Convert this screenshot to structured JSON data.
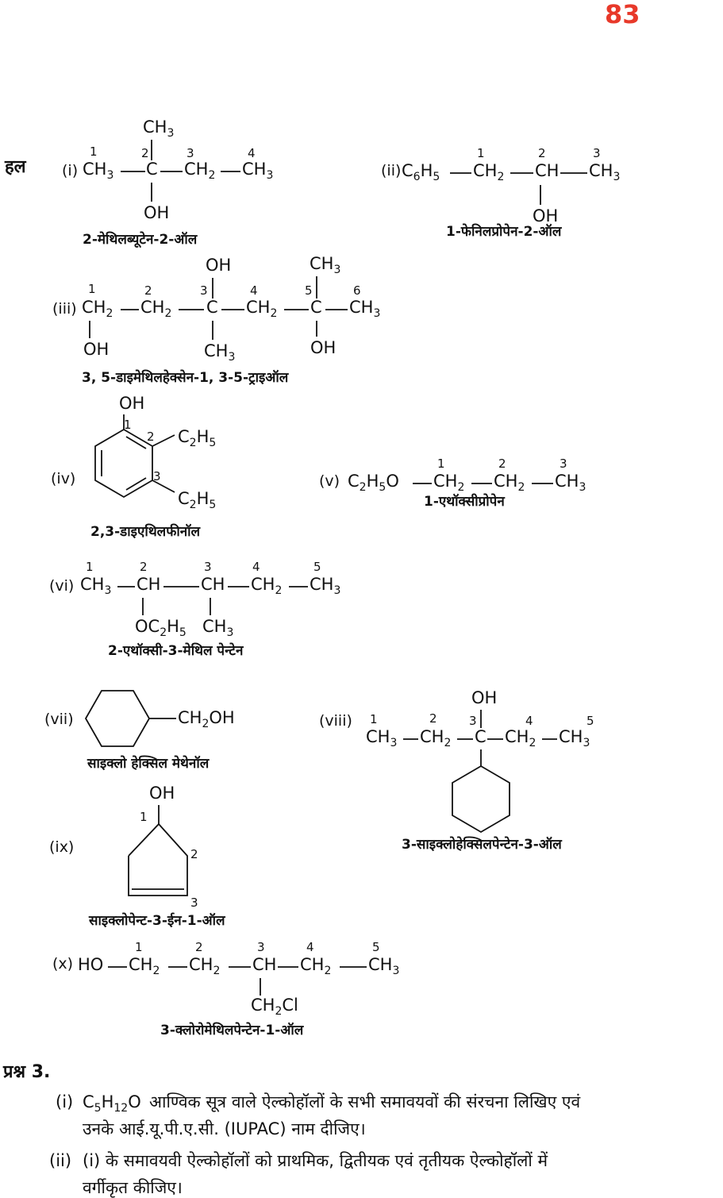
{
  "page_number": "83",
  "solution_label": "हल",
  "roman": [
    "(i)",
    "(ii)",
    "(iii)",
    "(iv)",
    "(v)",
    "(vi)",
    "(vii)",
    "(viii)",
    "(ix)",
    "(x)"
  ],
  "digits": [
    "1",
    "2",
    "3",
    "4",
    "5",
    "6"
  ],
  "groups": {
    "ch3": "CH",
    "ch2": "CH",
    "ch": "CH",
    "c": "C",
    "oh": "OH",
    "sub3": "3",
    "sub2": "2",
    "sub5": "5",
    "sub6": "6",
    "c6h5": "C",
    "h": "H",
    "c2h5": "C",
    "c2h5o": "O",
    "oc2h5": "OC",
    "ch2oh": "CH",
    "ch2cl": "CH",
    "cl": "Cl",
    "ho": "HO"
  },
  "names": {
    "n1": "2-मेथिलब्यूटेन-2-ऑल",
    "n2": "1-फेनिलप्रोपेन-2-ऑल",
    "n3": "3, 5-डाइमेथिलहेक्सेन-1, 3-5-ट्राइऑल",
    "n4": "2,3-डाइएथिलफीनॉल",
    "n5": "1-एथॉक्सीप्रोपेन",
    "n6": "2-एथॉक्सी-3-मेथिल पेन्टेन",
    "n7": "साइक्लो हेक्सिल मेथेनॉल",
    "n8": "3-साइक्लोहेक्सिलपेन्टेन-3-ऑल",
    "n9": "साइक्लोपेन्ट-3-ईन-1-ऑल",
    "n10": "3-क्लोरोमेथिलपेन्टेन-1-ऑल"
  },
  "question": {
    "label": "प्रश्न 3.",
    "p1_roman": "(i)",
    "p1_formula_c": "C",
    "p1_formula_c_sub": "5",
    "p1_formula_h": "H",
    "p1_formula_h_sub": "12",
    "p1_formula_o": "O",
    "p1_line1": "आण्विक सूत्र वाले ऐल्कोहॉलों के सभी समावयवों की संरचना लिखिए एवं",
    "p1_line2": "उनके आई.यू.पी.ए.सी. (IUPAC) नाम दीजिए।",
    "p2_roman": "(ii)",
    "p2_line1": "(i) के समावयवी ऐल्कोहॉलों को प्राथमिक, द्वितीयक एवं तृतीयक ऐल्कोहॉलों में",
    "p2_line2": "वर्गीकृत कीजिए।"
  },
  "colors": {
    "page_number": "#e8392a",
    "text": "#111111"
  }
}
